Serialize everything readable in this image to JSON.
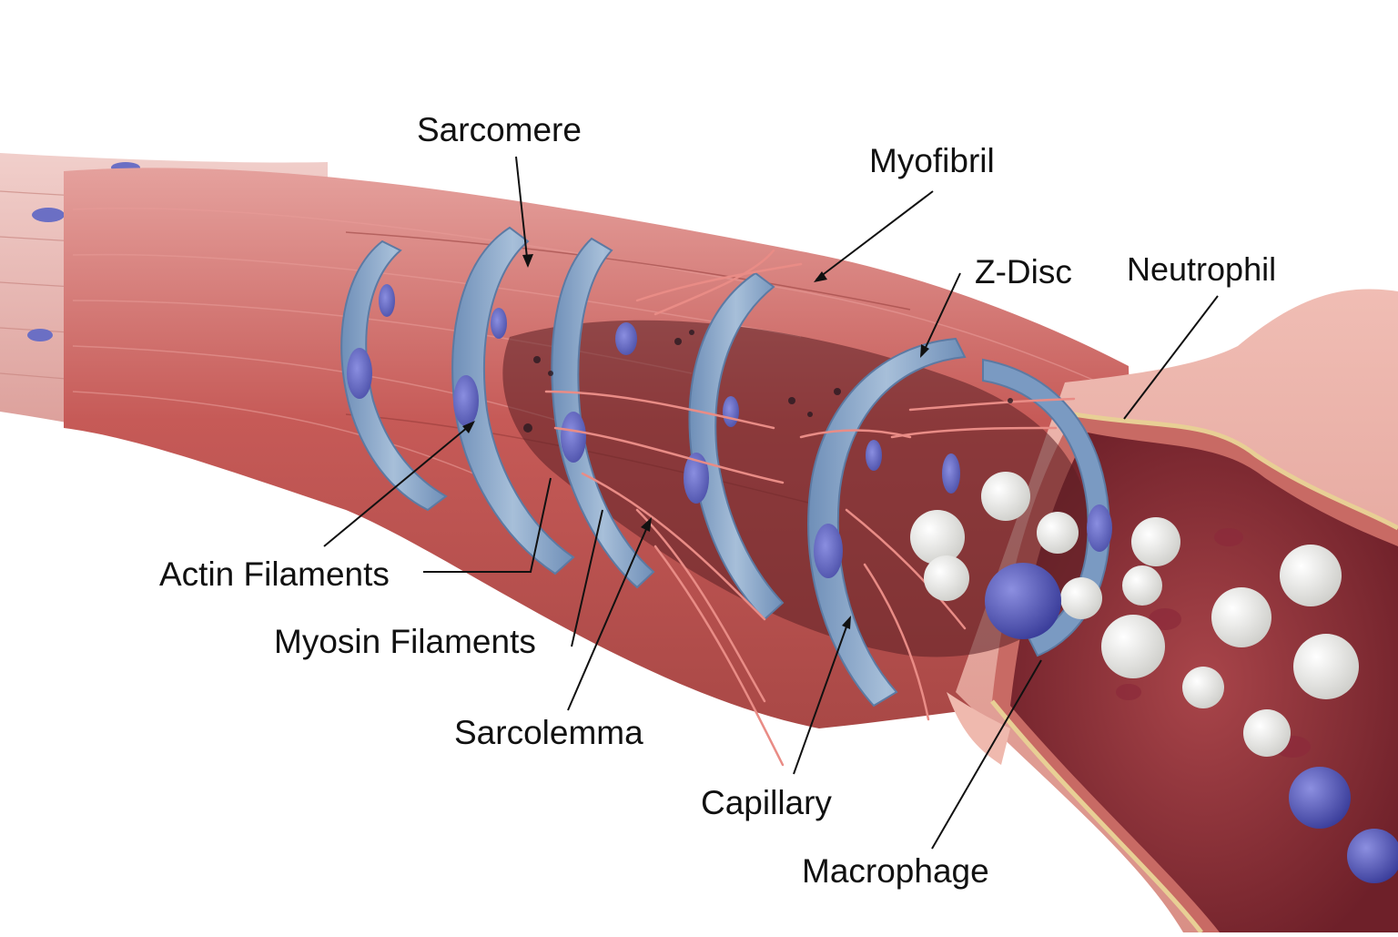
{
  "labels": {
    "sarcomere": "Sarcomere",
    "myofibril": "Myofibril",
    "z_disc": "Z-Disc",
    "neutrophil": "Neutrophil",
    "actin_filaments": "Actin Filaments",
    "myosin_filaments": "Myosin Filaments",
    "sarcolemma": "Sarcolemma",
    "capillary": "Capillary",
    "macrophage": "Macrophage"
  },
  "colors": {
    "muscle": "#c9615f",
    "muscle_light": "#e7a9a6",
    "band_blue": "#8aa6c8",
    "nucleus": "#5a5fb0",
    "vessel_wall": "#e6a59c",
    "vessel_inner": "#8a2f35",
    "white_cell": "#f1f1ef"
  }
}
